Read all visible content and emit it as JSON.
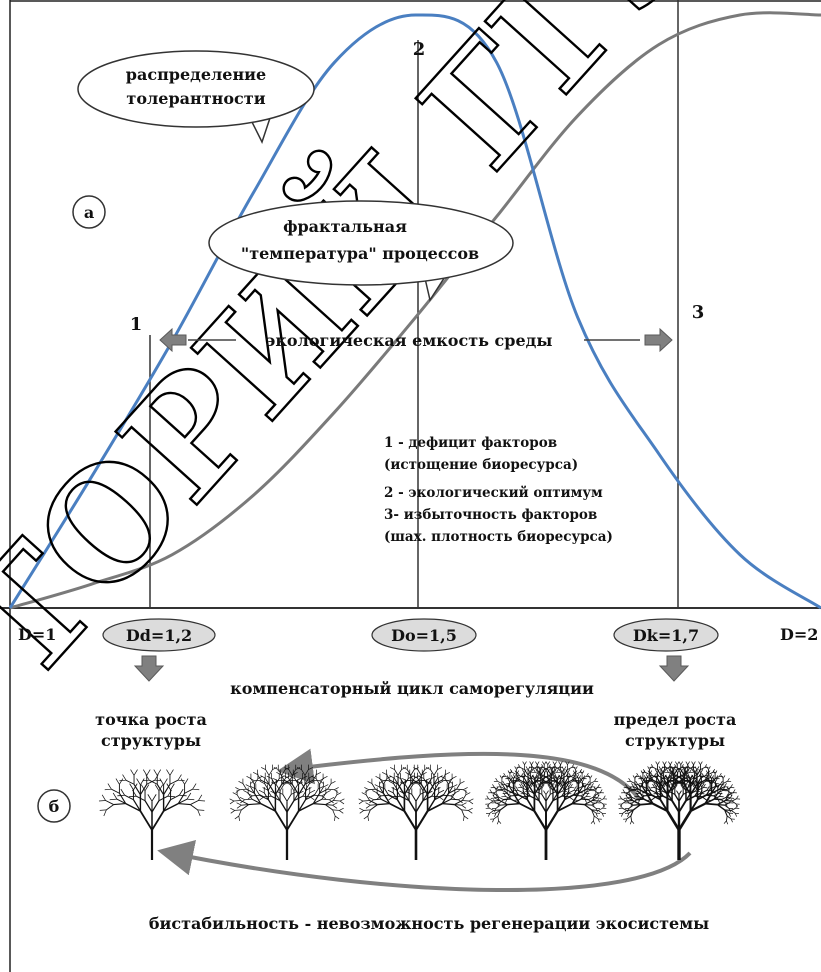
{
  "watermark": "ТОРИЙ ГГУ ИМЕН",
  "panel_a": {
    "label": "а",
    "curve_labels": {
      "bell": "распределение толерантности",
      "sigmoid": "фрактальная \"температура\" процессов"
    },
    "bubble_tolerance": {
      "line1": "распределение",
      "line2": "толерантности"
    },
    "bubble_fractal": {
      "line1": "фрактальная",
      "line2": "\"температура\" процессов"
    },
    "points": {
      "p1": "1",
      "p2": "2",
      "p3": "3"
    },
    "capacity_label": "экологическая емкость среды",
    "legend": [
      "1 - дефицит факторов",
      "(истощение биоресурса)",
      "2 - экологический оптимум",
      "3- избыточность факторов",
      "(шах. плотность биоресурса)"
    ],
    "axis": {
      "left": "D=1",
      "right": "D=2",
      "dd": "Dd=1,2",
      "do": "Do=1,5",
      "dk": "Dk=1,7"
    }
  },
  "panel_b": {
    "label": "б",
    "cycle_label": "компенсаторный цикл саморегуляции",
    "growth_point": {
      "line1": "точка роста",
      "line2": "структуры"
    },
    "growth_limit": {
      "line1": "предел роста",
      "line2": "структуры"
    },
    "bistability": "бистабильность - невозможность регенерации экосистемы"
  },
  "chart_data": {
    "type": "line",
    "xlim": [
      1,
      2
    ],
    "x_ticks": [
      {
        "x": 1.0,
        "label": "D=1"
      },
      {
        "x": 1.2,
        "label": "Dd=1,2"
      },
      {
        "x": 1.5,
        "label": "Do=1,5"
      },
      {
        "x": 1.7,
        "label": "Dk=1,7"
      },
      {
        "x": 2.0,
        "label": "D=2"
      }
    ],
    "series": [
      {
        "name": "распределение толерантности",
        "color": "#4a7fc1",
        "shape": "bell",
        "x": [
          1.0,
          1.1,
          1.2,
          1.3,
          1.4,
          1.5,
          1.6,
          1.7,
          1.8,
          1.9,
          2.0
        ],
        "y": [
          0.0,
          0.22,
          0.45,
          0.7,
          0.92,
          1.0,
          0.92,
          0.49,
          0.26,
          0.09,
          0.0
        ]
      },
      {
        "name": "фрактальная \"температура\" процессов",
        "color": "#7a7a7a",
        "shape": "sigmoid",
        "x": [
          1.0,
          1.1,
          1.2,
          1.3,
          1.4,
          1.5,
          1.6,
          1.7,
          1.8,
          1.9,
          2.0
        ],
        "y": [
          0.0,
          0.04,
          0.09,
          0.19,
          0.33,
          0.49,
          0.66,
          0.83,
          0.95,
          1.0,
          1.0
        ]
      }
    ]
  }
}
